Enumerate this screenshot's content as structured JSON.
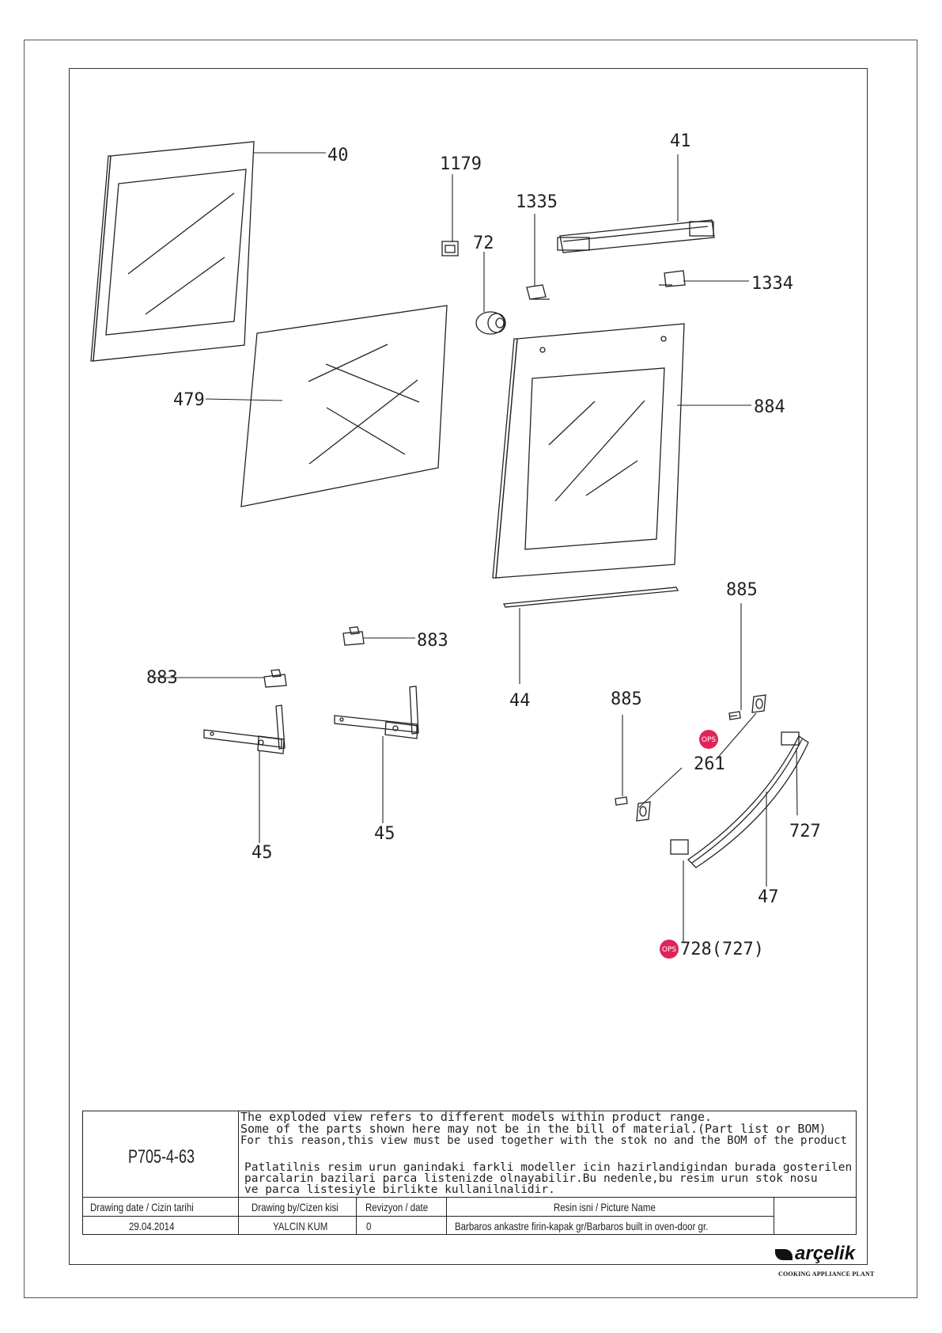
{
  "labels": {
    "l40": "40",
    "l1179": "1179",
    "l41": "41",
    "l1335": "1335",
    "l72": "72",
    "l1334": "1334",
    "l479": "479",
    "l884": "884",
    "l885a": "885",
    "l883a": "883",
    "l883b": "883",
    "l44": "44",
    "l885b": "885",
    "l261": "261",
    "l727": "727",
    "l45a": "45",
    "l45b": "45",
    "l47": "47",
    "l728": "728(727)"
  },
  "ops_badge": "OPS",
  "colors": {
    "ops": "#e0245a",
    "line": "#222222"
  },
  "title_block": {
    "drawing_no": "P705-4-63",
    "notes_en": [
      "The exploded view refers to different models within product range.",
      "Some of the parts shown here may not be in the bill of material.(Part list or BOM)",
      "For this reason,this view must be used together with the stok no and the BOM of the product"
    ],
    "notes_tr": [
      "Patlatilnis resim urun ganindaki farkli modeller icin hazirlandigindan burada gosterilen",
      "parcalarin bazilari parca listenizde olnayabilir.Bu nedenle,bu resim urun stok nosu",
      "ve parca listesiyle birlikte kullanilnalidir."
    ],
    "headers": {
      "date": "Drawing date / Cizin tarihi",
      "by": "Drawing by/Cizen kisi",
      "rev": "Revizyon / date",
      "name": "Resin isni / Picture Name"
    },
    "values": {
      "date": "29.04.2014",
      "by": "YALCIN KUM",
      "rev": "0",
      "name": "Barbaros ankastre firin-kapak gr/Barbaros built in oven-door gr."
    },
    "logo": "arçelik",
    "plant": "COOKING APPLIANCE PLANT"
  }
}
